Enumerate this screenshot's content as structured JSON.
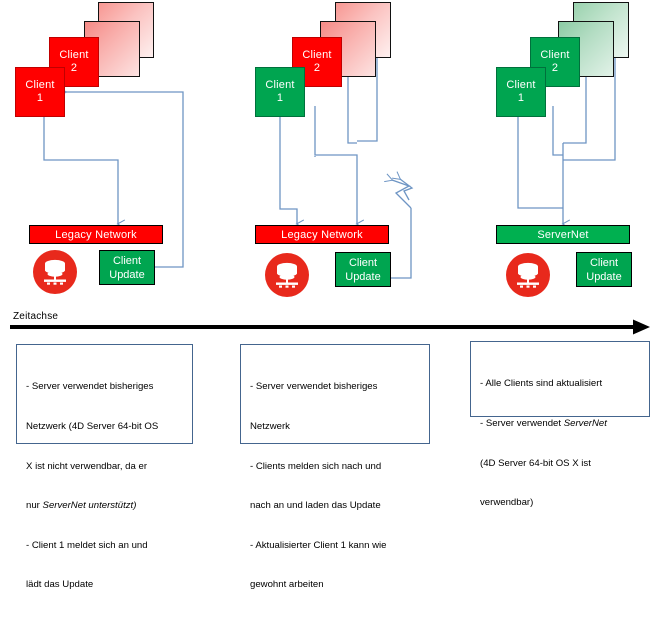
{
  "diagram": {
    "title_axis": "Zeitachse",
    "columns": [
      {
        "id": "phase-1",
        "clients": [
          {
            "label_line1": "Client",
            "label_line2": "1",
            "state": "red"
          },
          {
            "label_line1": "Client",
            "label_line2": "2",
            "state": "red"
          }
        ],
        "ghost_count": 2,
        "ghost_state": "red",
        "network_label": "Legacy Network",
        "network_state": "legacy",
        "update_label_line1": "Client",
        "update_label_line2": "Update",
        "server_icon": "database-icon",
        "note": "- Server verwendet bisheriges Netzwerk (4D Server 64-bit OS X ist nicht verwendbar, da er nur ServerNet unterstützt)\n- Client 1 meldet sich an und lädt das Update",
        "note_lines": [
          "- Server verwendet bisheriges",
          "Netzwerk (4D Server 64-bit OS",
          "X ist nicht verwendbar, da er",
          "nur ServerNet unterstützt)",
          "- Client 1 meldet sich an und",
          "lädt das Update"
        ]
      },
      {
        "id": "phase-2",
        "clients": [
          {
            "label_line1": "Client",
            "label_line2": "1",
            "state": "green"
          },
          {
            "label_line1": "Client",
            "label_line2": "2",
            "state": "red"
          }
        ],
        "ghost_count": 2,
        "ghost_state": "red",
        "network_label": "Legacy Network",
        "network_state": "legacy",
        "update_label_line1": "Client",
        "update_label_line2": "Update",
        "server_icon": "database-icon",
        "note": "- Server verwendet bisheriges Netzwerk\n- Clients melden sich nach und nach an und laden das Update\n- Aktualisierter Client 1 kann wie gewohnt arbeiten",
        "note_lines": [
          "- Server verwendet bisheriges",
          "Netzwerk",
          "- Clients melden sich nach und",
          "nach an und laden das Update",
          "- Aktualisierter Client 1 kann wie",
          "gewohnt arbeiten"
        ]
      },
      {
        "id": "phase-3",
        "clients": [
          {
            "label_line1": "Client",
            "label_line2": "1",
            "state": "green"
          },
          {
            "label_line1": "Client",
            "label_line2": "2",
            "state": "green"
          }
        ],
        "ghost_count": 2,
        "ghost_state": "green",
        "network_label": "ServerNet",
        "network_state": "servernet",
        "update_label_line1": "Client",
        "update_label_line2": "Update",
        "server_icon": "database-icon",
        "note": "- Alle Clients sind aktualisiert\n- Server verwendet ServerNet (4D Server 64-bit OS X ist verwendbar)",
        "note_lines": [
          "- Alle Clients sind aktualisiert",
          "- Server verwendet ServerNet",
          "(4D Server 64-bit OS X ist",
          "verwendbar)"
        ]
      }
    ],
    "colors": {
      "client_red": "#FF0000",
      "client_green": "#00A550",
      "legacy_network": "#FF0000",
      "servernet": "#00B050",
      "connector": "#6E95C4",
      "note_border": "#44658E",
      "db_icon": "#E8291C",
      "axis": "#000000"
    }
  }
}
